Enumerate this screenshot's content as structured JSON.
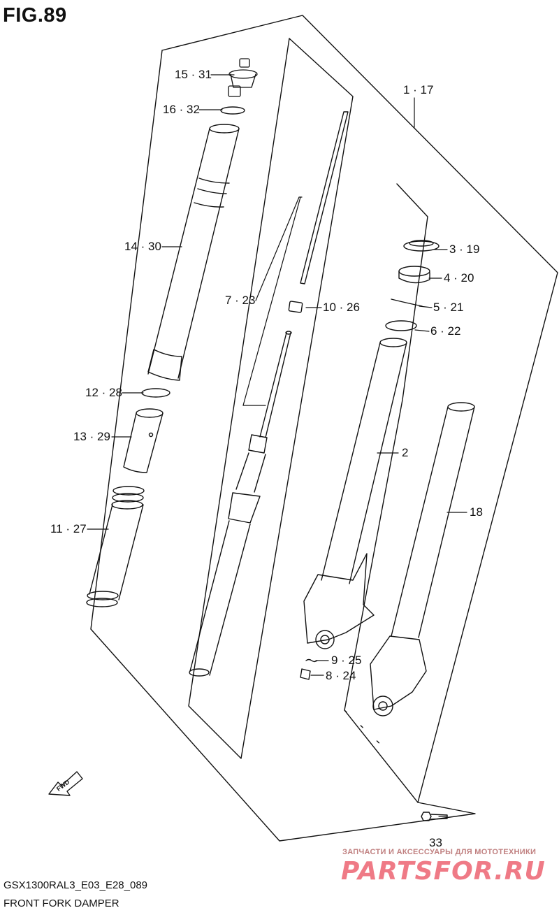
{
  "figure": {
    "title": "FIG.89"
  },
  "parts": [
    {
      "id": "15",
      "text": "15 · 31"
    },
    {
      "id": "16",
      "text": "16 · 32"
    },
    {
      "id": "14",
      "text": "14 · 30"
    },
    {
      "id": "12",
      "text": "12 · 28"
    },
    {
      "id": "13",
      "text": "13 · 29"
    },
    {
      "id": "11",
      "text": "11 · 27"
    },
    {
      "id": "7",
      "text": "7 · 23"
    },
    {
      "id": "10",
      "text": "10 · 26"
    },
    {
      "id": "1",
      "text": "1 · 17"
    },
    {
      "id": "3",
      "text": "3 · 19"
    },
    {
      "id": "4",
      "text": "4 · 20"
    },
    {
      "id": "5",
      "text": "5 · 21"
    },
    {
      "id": "6",
      "text": "6 · 22"
    },
    {
      "id": "2",
      "text": "2"
    },
    {
      "id": "18",
      "text": "18"
    },
    {
      "id": "9",
      "text": "9 · 25"
    },
    {
      "id": "8",
      "text": "8 · 24"
    },
    {
      "id": "33",
      "text": "33"
    }
  ],
  "fwd_label": "FWD",
  "footer": {
    "code": "GSX1300RAL3_E03_E28_089",
    "caption": "FRONT FORK DAMPER"
  },
  "watermark": {
    "tagline": "ЗАПЧАСТИ И АКСЕССУАРЫ ДЛЯ МОТОТЕХНИКИ",
    "brand": "PARTSFOR.RU"
  }
}
